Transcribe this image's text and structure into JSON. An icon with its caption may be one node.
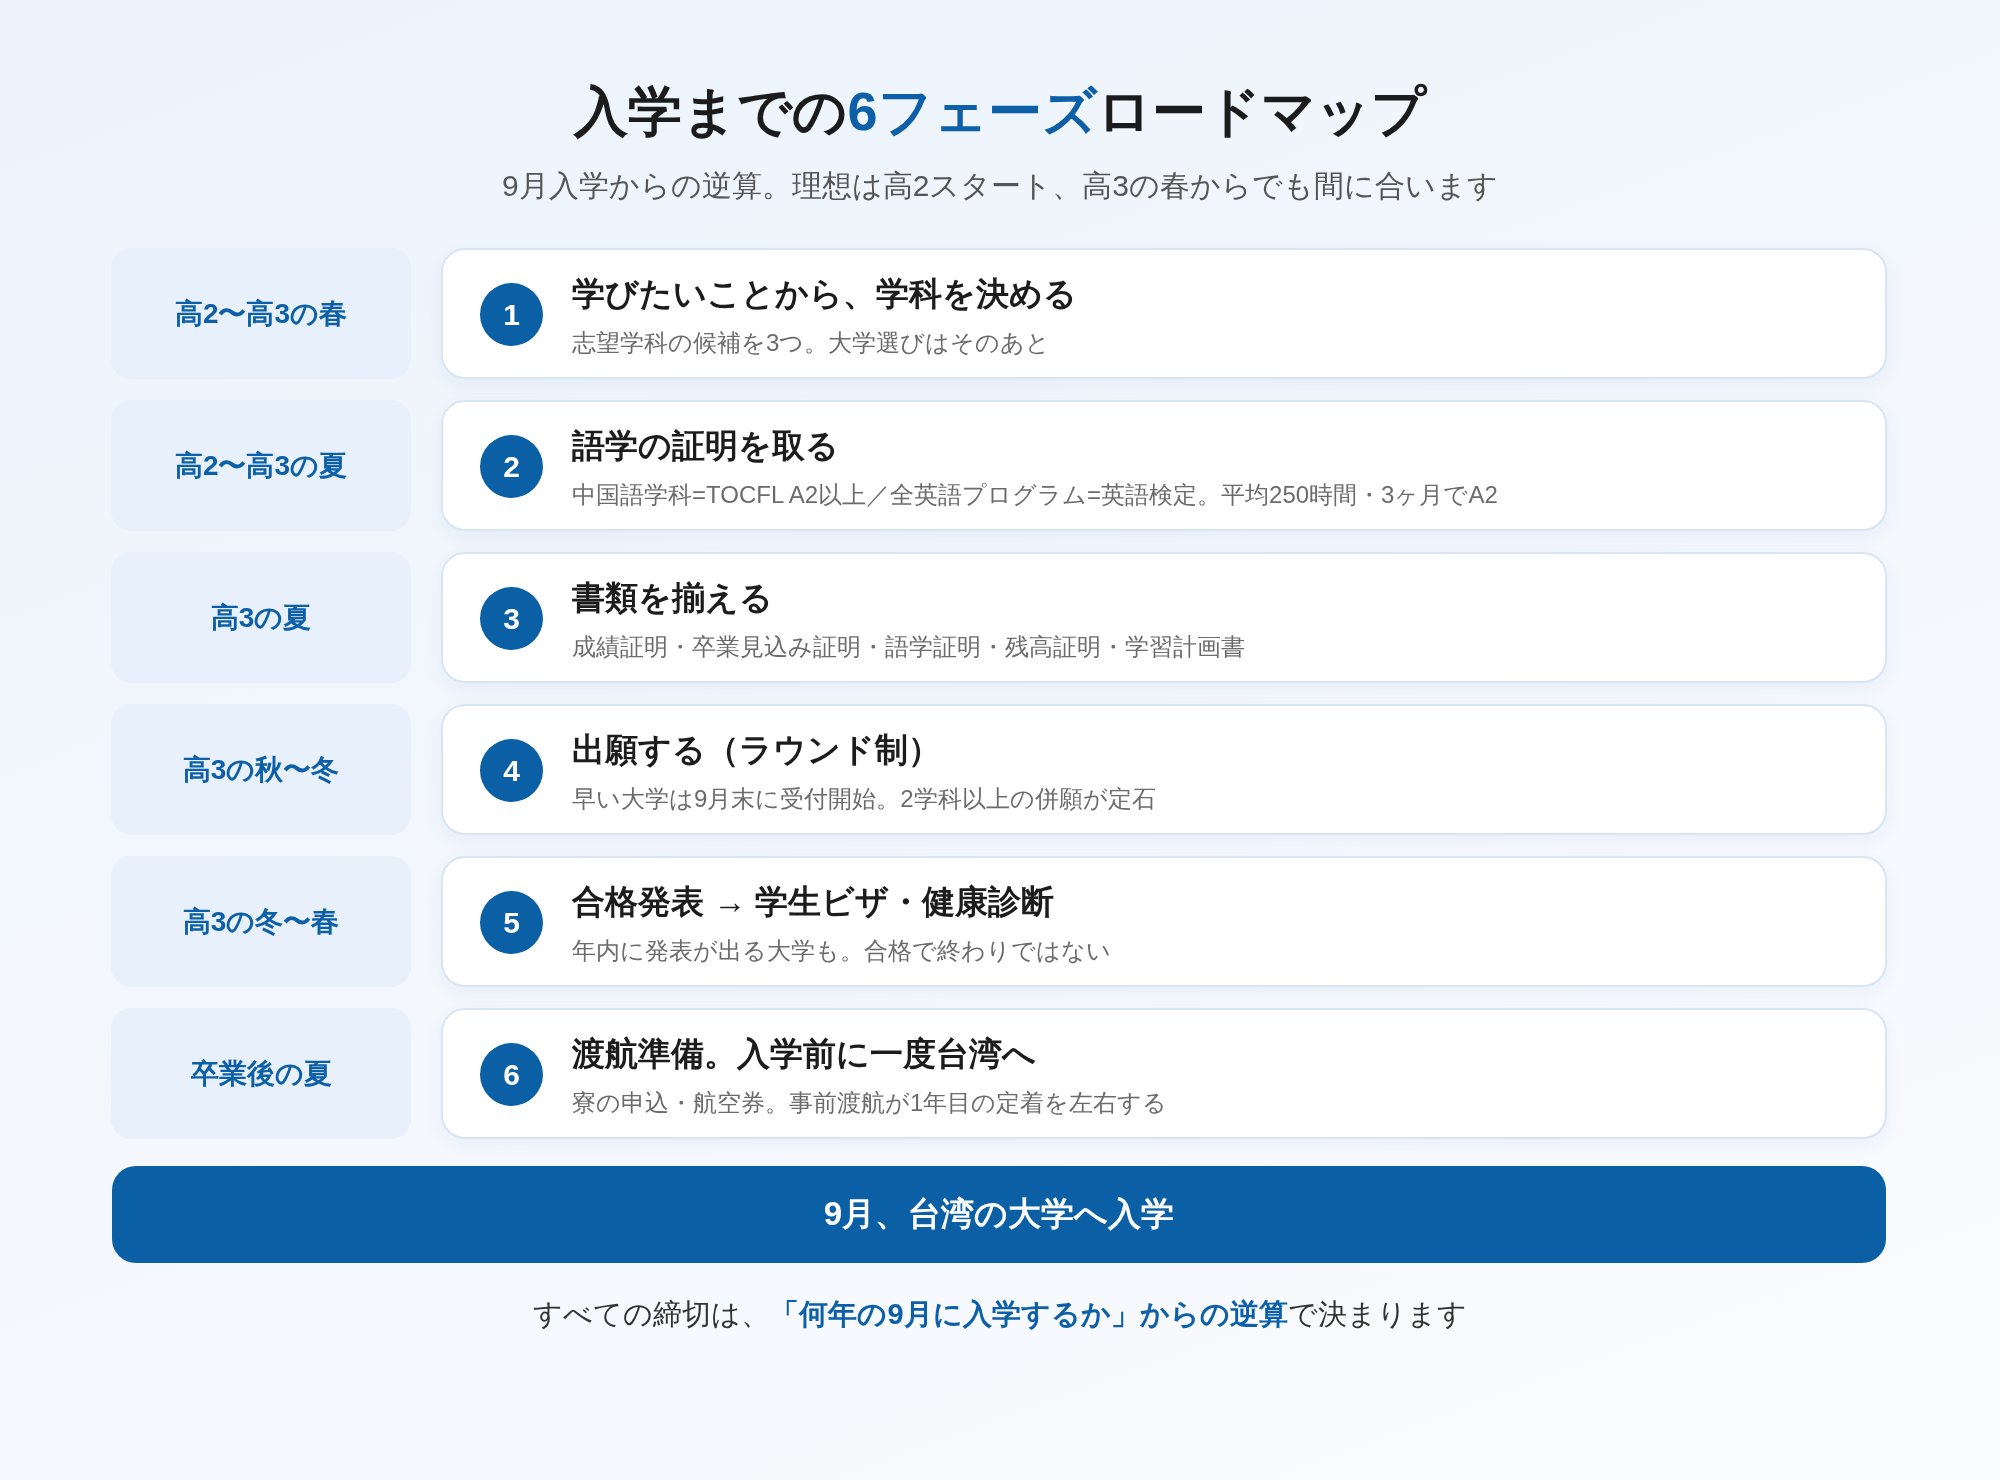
{
  "diagram": {
    "title": "入学までの**6フェーズ**ロードマップ",
    "labels": [
      "9月入学からの逆算。理想は高2スタート、高3の春からでも間に合います"
    ],
    "nodes": [
      {
        "text": [
          "高2〜高3の春"
        ]
      },
      {
        "text": [
          "学びたいことから、学科を決める",
          "志望学科の候補を3つ。大学選びはそのあと"
        ]
      },
      {
        "text": [
          "1"
        ],
        "in": 1
      },
      {
        "text": [
          "高2〜高3の夏"
        ]
      },
      {
        "text": [
          "語学の証明を取る",
          "中国語学科=TOCFL A2以上／全英語プログラム=英語検定。平均250時間・3ヶ月でA2"
        ]
      },
      {
        "text": [
          "2"
        ],
        "in": 4
      },
      {
        "text": [
          "高3の夏"
        ]
      },
      {
        "text": [
          "書類を揃える",
          "成績証明・卒業見込み証明・語学証明・残高証明・学習計画書"
        ]
      },
      {
        "text": [
          "3"
        ],
        "in": 7
      },
      {
        "text": [
          "高3の秋〜冬"
        ]
      },
      {
        "text": [
          "出願する（ラウンド制）",
          "早い大学は9月末に受付開始。2学科以上の併願が定石"
        ]
      },
      {
        "text": [
          "4"
        ],
        "in": 10
      },
      {
        "text": [
          "高3の冬〜春"
        ]
      },
      {
        "text": [
          "合格発表 → 学生ビザ・健康診断",
          "年内に発表が出る大学も。合格で終わりではない"
        ]
      },
      {
        "text": [
          "5"
        ],
        "in": 13
      },
      {
        "text": [
          "卒業後の夏"
        ]
      },
      {
        "text": [
          "渡航準備。入学前に一度台湾へ",
          "寮の申込・航空券。事前渡航が1年目の定着を左右する"
        ]
      },
      {
        "text": [
          "6"
        ],
        "in": 16
      },
      {
        "text": [
          "9月、台湾の大学へ入学"
        ]
      }
    ],
    "caption": "すべての締切は、**「何年の9月に入学するか」からの逆算**で決まります"
  }
}
